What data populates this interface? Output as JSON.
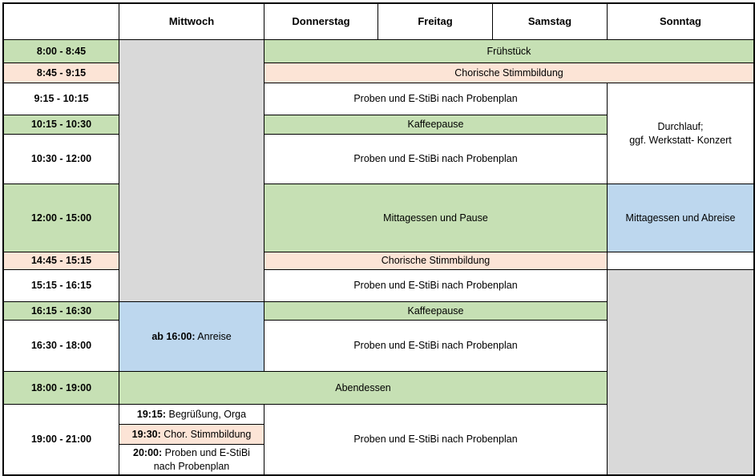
{
  "palette": {
    "green": "#C6E0B4",
    "peach": "#FCE4D6",
    "blue": "#BDD7EE",
    "gray": "#D9D9D9",
    "white": "#FFFFFF",
    "border": "#000000"
  },
  "header": {
    "time_col": "",
    "days": [
      "Mittwoch",
      "Donnerstag",
      "Freitag",
      "Samstag",
      "Sonntag"
    ]
  },
  "times": [
    "8:00 - 8:45",
    "8:45 - 9:15",
    "9:15 - 10:15",
    "10:15 - 10:30",
    "10:30 - 12:00",
    "12:00 - 15:00",
    "14:45 - 15:15",
    "15:15 - 16:15",
    "16:15 - 16:30",
    "16:30 - 18:00",
    "18:00 - 19:00",
    "19:00 - 21:00"
  ],
  "events": {
    "fruehstueck": "Frühstück",
    "chorische_stimmbildung": "Chorische Stimmbildung",
    "proben": "Proben und E-StiBi nach Probenplan",
    "kaffeepause": "Kaffeepause",
    "mittagessen_pause": "Mittagessen und Pause",
    "mittagessen_abreise": "Mittagessen und Abreise",
    "durchlauf": {
      "line1": "Durchlauf;",
      "line2": "ggf. Werkstatt- Konzert"
    },
    "anreise": {
      "prefix": "ab 16:00:",
      "label": " Anreise"
    },
    "abendessen": "Abendessen",
    "mittwoch_abend": [
      {
        "prefix": "19:15:",
        "label": " Begrüßung, Orga"
      },
      {
        "prefix": "19:30:",
        "label": " Chor. Stimmbildung"
      },
      {
        "prefix": "20:00:",
        "label": " Proben und E-StiBi nach Probenplan"
      }
    ]
  }
}
